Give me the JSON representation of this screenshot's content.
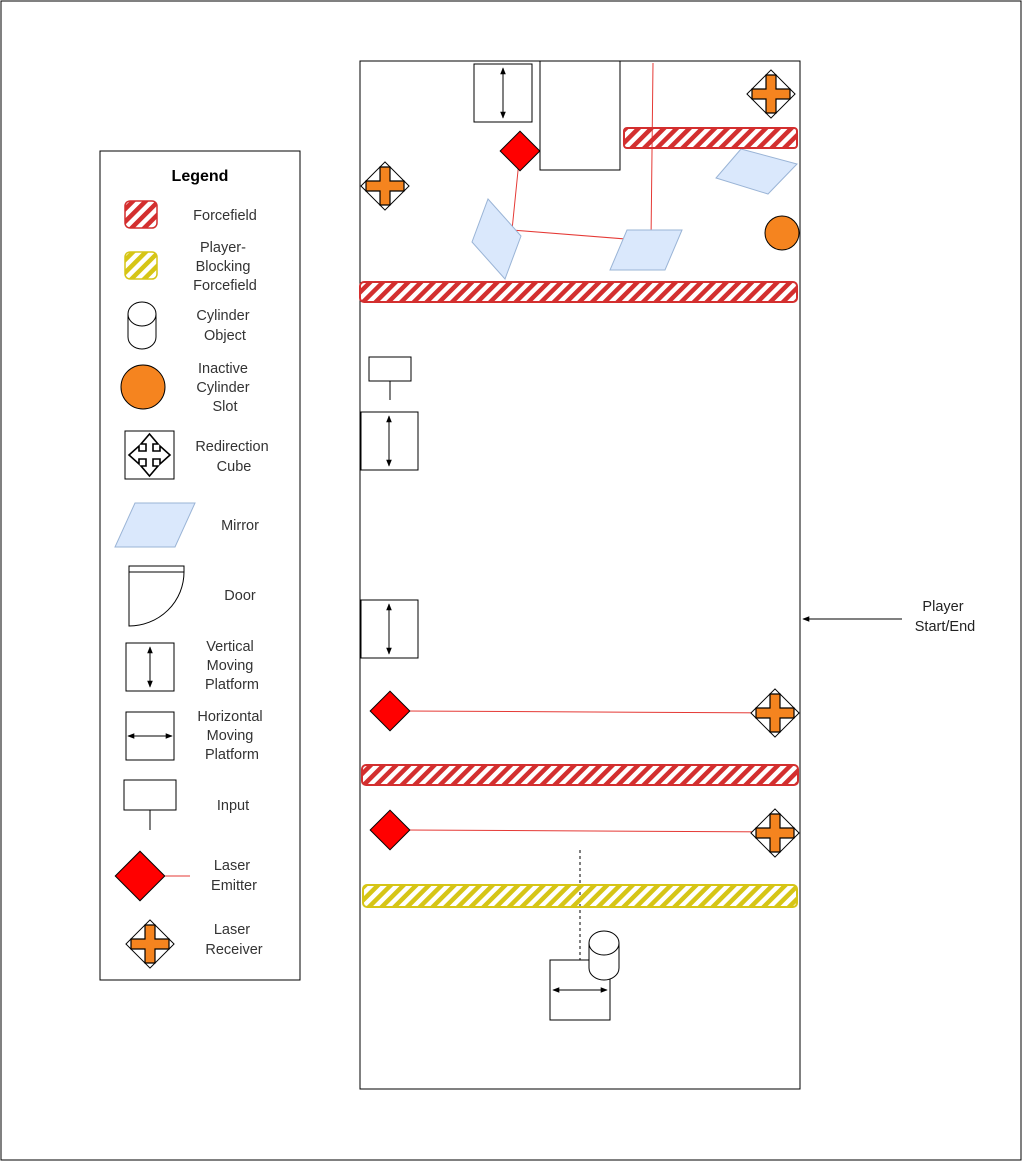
{
  "legend": {
    "title": "Legend",
    "items": [
      {
        "key": "forcefield",
        "lines": [
          "Forcefield"
        ]
      },
      {
        "key": "player_blocking_forcefield",
        "lines": [
          "Player-",
          "Blocking",
          "Forcefield"
        ]
      },
      {
        "key": "cylinder_object",
        "lines": [
          "Cylinder",
          "Object"
        ]
      },
      {
        "key": "inactive_cylinder_slot",
        "lines": [
          "Inactive",
          "Cylinder",
          "Slot"
        ]
      },
      {
        "key": "redirection_cube",
        "lines": [
          "Redirection",
          "Cube"
        ]
      },
      {
        "key": "mirror",
        "lines": [
          "Mirror"
        ]
      },
      {
        "key": "door",
        "lines": [
          "Door"
        ]
      },
      {
        "key": "vertical_moving_platform",
        "lines": [
          "Vertical",
          "Moving",
          "Platform"
        ]
      },
      {
        "key": "horizontal_moving_platform",
        "lines": [
          "Horizontal",
          "Moving",
          "Platform"
        ]
      },
      {
        "key": "input",
        "lines": [
          "Input"
        ]
      },
      {
        "key": "laser_emitter",
        "lines": [
          "Laser",
          "Emitter"
        ]
      },
      {
        "key": "laser_receiver",
        "lines": [
          "Laser",
          "Receiver"
        ]
      }
    ]
  },
  "annotations": {
    "player_start_end": [
      "Player",
      "Start/End"
    ]
  },
  "colors": {
    "forcefield": "#d32f2f",
    "player_blocking": "#d6c516",
    "laser": "#e53935",
    "emitter": "#ff0000",
    "receiver": "#f5841f",
    "cylinder_slot": "#f5841f",
    "mirror_fill": "#dae8fc",
    "mirror_stroke": "#9ab4d6"
  }
}
